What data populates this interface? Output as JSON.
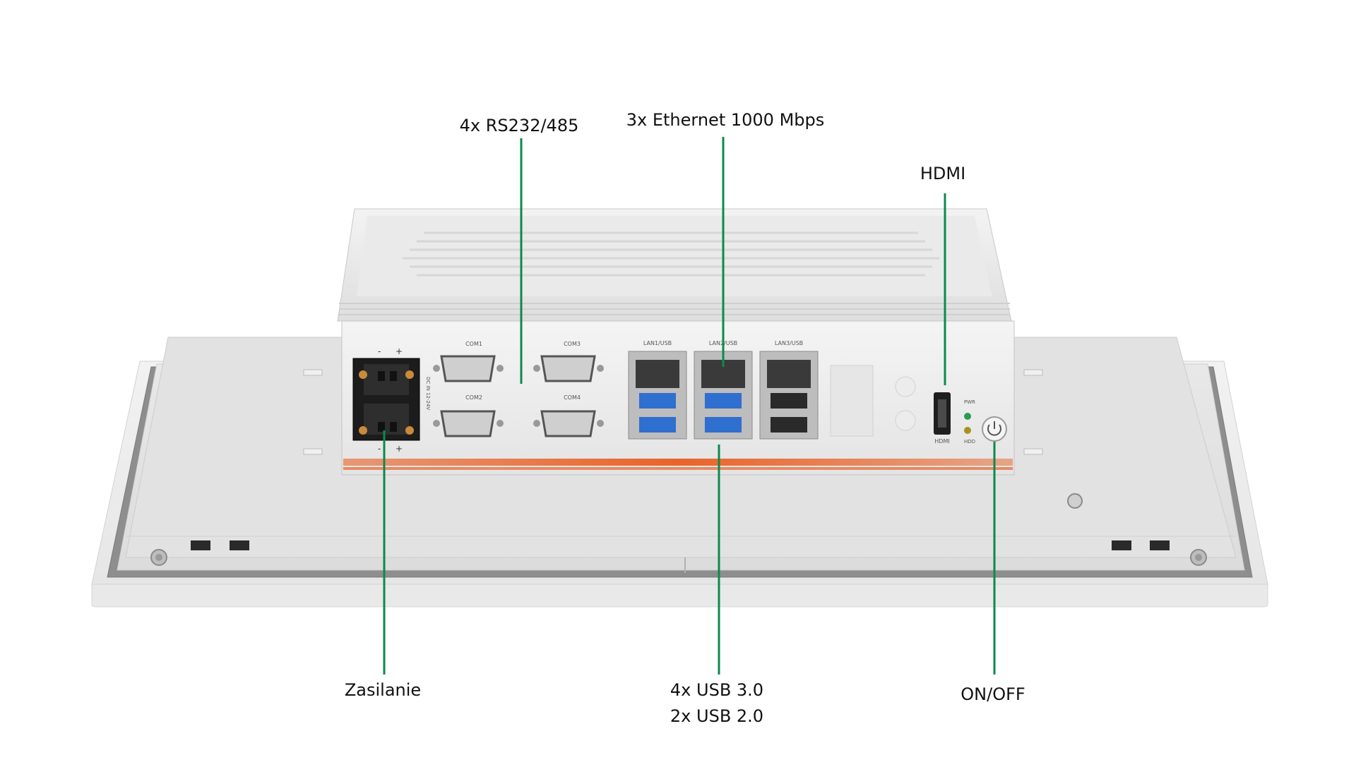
{
  "figure": {
    "accent_color": "#0b8a4e",
    "chassis_accent_color": "#e8642a",
    "callouts": {
      "serial": [
        "4x RS232/485"
      ],
      "ethernet": [
        "3x Ethernet 1000 Mbps"
      ],
      "hdmi": [
        "HDMI"
      ],
      "power": [
        "Zasilanie"
      ],
      "usb": [
        "4x USB 3.0",
        "2x USB 2.0"
      ],
      "onoff": [
        "ON/OFF"
      ]
    },
    "device_labels": {
      "com1": "COM1",
      "com2": "COM2",
      "com3": "COM3",
      "com4": "COM4",
      "lan1": "LAN1/USB",
      "lan2": "LAN2/USB",
      "lan3": "LAN3/USB",
      "hdmi_port": "HDMI",
      "pwr_led": "PWR",
      "hdd_led": "HDD",
      "dc_in": "DC IN 12-24V",
      "minus": "-",
      "plus": "+"
    }
  }
}
